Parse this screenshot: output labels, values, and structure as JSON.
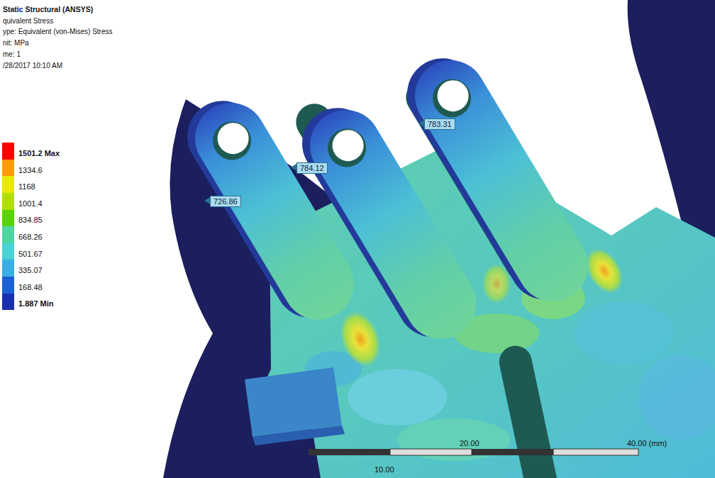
{
  "diagram": {
    "title": "Static Structural (ANSYS)",
    "labels": [
      "quivalent Stress",
      "ype: Equivalent (von-Mises) Stress",
      "nit: MPa",
      "me: 1",
      "/28/2017 10:10 AM",
      "726.86",
      "784.12",
      "783.31",
      "20.00",
      "40.00 (mm)",
      "10.00"
    ],
    "legend": [
      {
        "text": "1501.2 Max",
        "color": "#ff0000"
      },
      {
        "text": "1334.6",
        "color": "#ff9a00"
      },
      {
        "text": "1168",
        "color": "#e8e800"
      },
      {
        "text": "1001.4",
        "color": "#b0e000"
      },
      {
        "text": "834.85",
        "color": "#5ad400"
      },
      {
        "text": "668.26",
        "color": "#4ed6a0"
      },
      {
        "text": "501.67",
        "color": "#48d4d4"
      },
      {
        "text": "335.07",
        "color": "#3caee6"
      },
      {
        "text": "168.48",
        "color": "#1c60d8"
      },
      {
        "text": "1.887 Min",
        "color": "#1a2fb0"
      }
    ]
  }
}
